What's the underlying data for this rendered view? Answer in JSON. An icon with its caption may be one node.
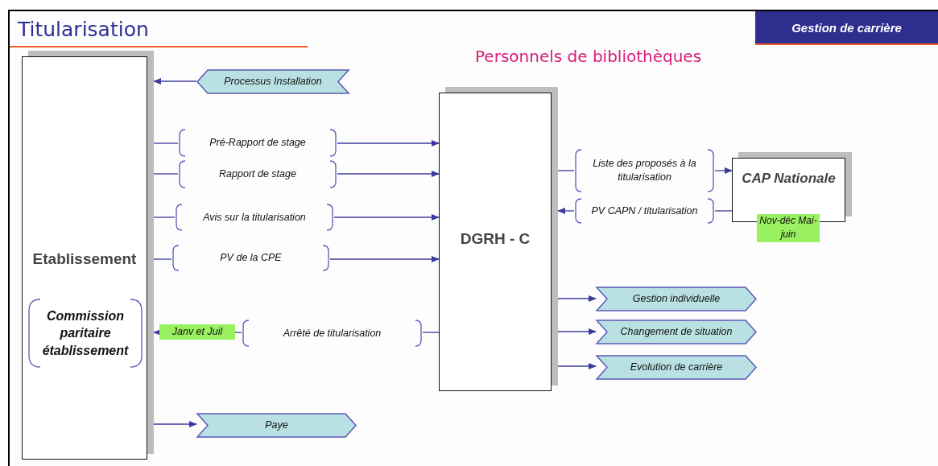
{
  "diagram": {
    "title": "Titularisation",
    "nodes": [
      {
        "text": [
          "Etablissement"
        ]
      },
      {
        "text": [
          "Commission paritaire établissement"
        ],
        "in": 0
      },
      {
        "text": [
          "Processus Installation"
        ]
      },
      {
        "text": [
          "Pré-Rapport de stage"
        ]
      },
      {
        "text": [
          "Rapport de stage"
        ]
      },
      {
        "text": [
          "Avis sur la titularisation"
        ]
      },
      {
        "text": [
          "PV de la CPE"
        ]
      },
      {
        "text": [
          "Janv et Juil"
        ]
      },
      {
        "text": [
          "Arrêté de titularisation"
        ]
      },
      {
        "text": [
          "Paye"
        ]
      },
      {
        "text": [
          "DGRH - C"
        ]
      },
      {
        "text": [
          "Liste des proposés à la titularisation"
        ]
      },
      {
        "text": [
          "PV CAPN / titularisation"
        ]
      },
      {
        "text": [
          "CAP Nationale"
        ],
        "beside": [
          "Nov-déc Mai-juin"
        ]
      },
      {
        "text": [
          "Gestion individuelle"
        ]
      },
      {
        "text": [
          "Changement de situation"
        ]
      },
      {
        "text": [
          "Evolution de carrière"
        ]
      }
    ],
    "edges": [
      {
        "from": 2,
        "to": 0,
        "arrow": "to"
      },
      {
        "from": 0,
        "to": 3,
        "arrow": "none"
      },
      {
        "from": 3,
        "to": 10,
        "arrow": "to"
      },
      {
        "from": 0,
        "to": 4,
        "arrow": "none"
      },
      {
        "from": 4,
        "to": 10,
        "arrow": "to"
      },
      {
        "from": 0,
        "to": 5,
        "arrow": "none"
      },
      {
        "from": 5,
        "to": 10,
        "arrow": "to"
      },
      {
        "from": 0,
        "to": 6,
        "arrow": "none"
      },
      {
        "from": 6,
        "to": 10,
        "arrow": "to"
      },
      {
        "from": 10,
        "to": 8,
        "arrow": "none"
      },
      {
        "from": 8,
        "to": 7,
        "arrow": "none"
      },
      {
        "from": 7,
        "to": 0,
        "arrow": "to"
      },
      {
        "from": 0,
        "to": 9,
        "arrow": "to"
      },
      {
        "from": 10,
        "to": 11,
        "arrow": "none"
      },
      {
        "from": 11,
        "to": 13,
        "arrow": "to"
      },
      {
        "from": 13,
        "to": 12,
        "arrow": "none"
      },
      {
        "from": 12,
        "to": 10,
        "arrow": "to"
      },
      {
        "from": 10,
        "to": 14,
        "arrow": "to"
      },
      {
        "from": 10,
        "to": 15,
        "arrow": "to"
      },
      {
        "from": 10,
        "to": 16,
        "arrow": "to"
      }
    ],
    "labels": [
      "Gestion de carrière",
      "Personnels de bibliothèques"
    ]
  }
}
